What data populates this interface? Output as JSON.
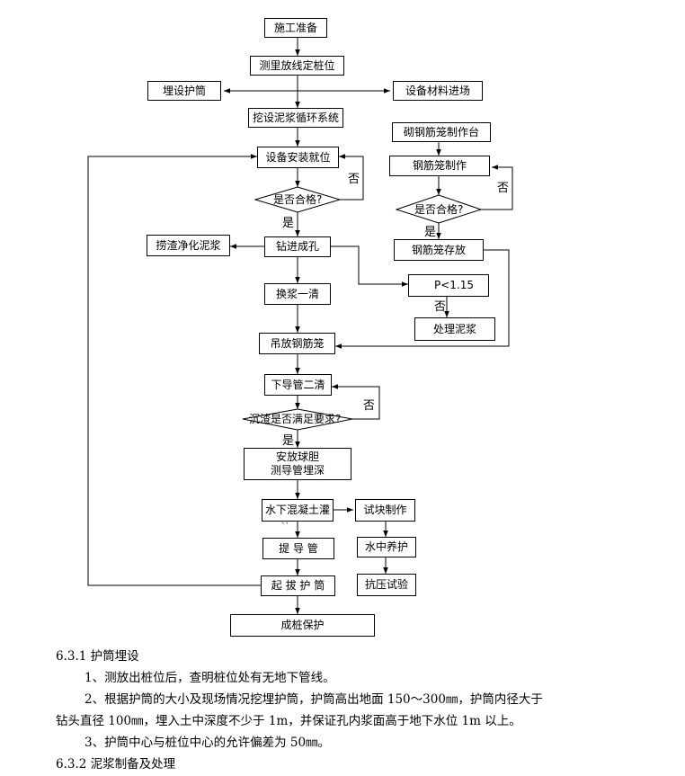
{
  "flowchart": {
    "nodes": {
      "prep": "施工准备",
      "survey": "测里放线定桩位",
      "casing": "埋设护筒",
      "materials": "设备材料进场",
      "mud_system": "挖设泥浆循环系统",
      "platform": "砌钢筋笼制作台",
      "install": "设备安装就位",
      "cage_make": "钢筋笼制作",
      "check1": "是否合格?",
      "check2": "是否合格?",
      "clean_mud": "捞渣净化泥浆",
      "drill": "钻进成孔",
      "cage_store": "钢筋笼存放",
      "ratio": "P<1.15",
      "first_clean": "换浆一清",
      "treat_mud": "处理泥浆",
      "hoist_cage": "吊放钢筋笼",
      "second_clean": "下导管二清",
      "sediment_check": "沉渣是否满足要求?",
      "ball_depth": "安放球胆\n测导管埋深",
      "pour": "水下混凝土灌",
      "sample": "试块制作",
      "lift_pipe": "提  导  管",
      "cure": "水中养护",
      "pull_casing": "起  拔  护  筒",
      "compress": "抗压试验",
      "protect": "成桩保护"
    },
    "labels": {
      "no1": "否",
      "yes1": "是",
      "no2": "否",
      "yes2": "是",
      "no3": "否",
      "no4": "否",
      "yes4": "是",
      "tick": "``"
    }
  },
  "text": {
    "h1": "6.3.1 护筒埋设",
    "p1": "1、测放出桩位后，查明桩位处有无地下管线。",
    "p2a": "2、根据护筒的大小及现场情况挖埋护筒，护筒高出地面 150～300㎜，护筒内径大于",
    "p2b": "钻头直径 100㎜，埋入土中深度不少于 1m，并保证孔内浆面高于地下水位 1m 以上。",
    "p3": "3、护筒中心与桩位中心的允许偏差为 50㎜。",
    "h2": "6.3.2 泥浆制备及处理"
  }
}
